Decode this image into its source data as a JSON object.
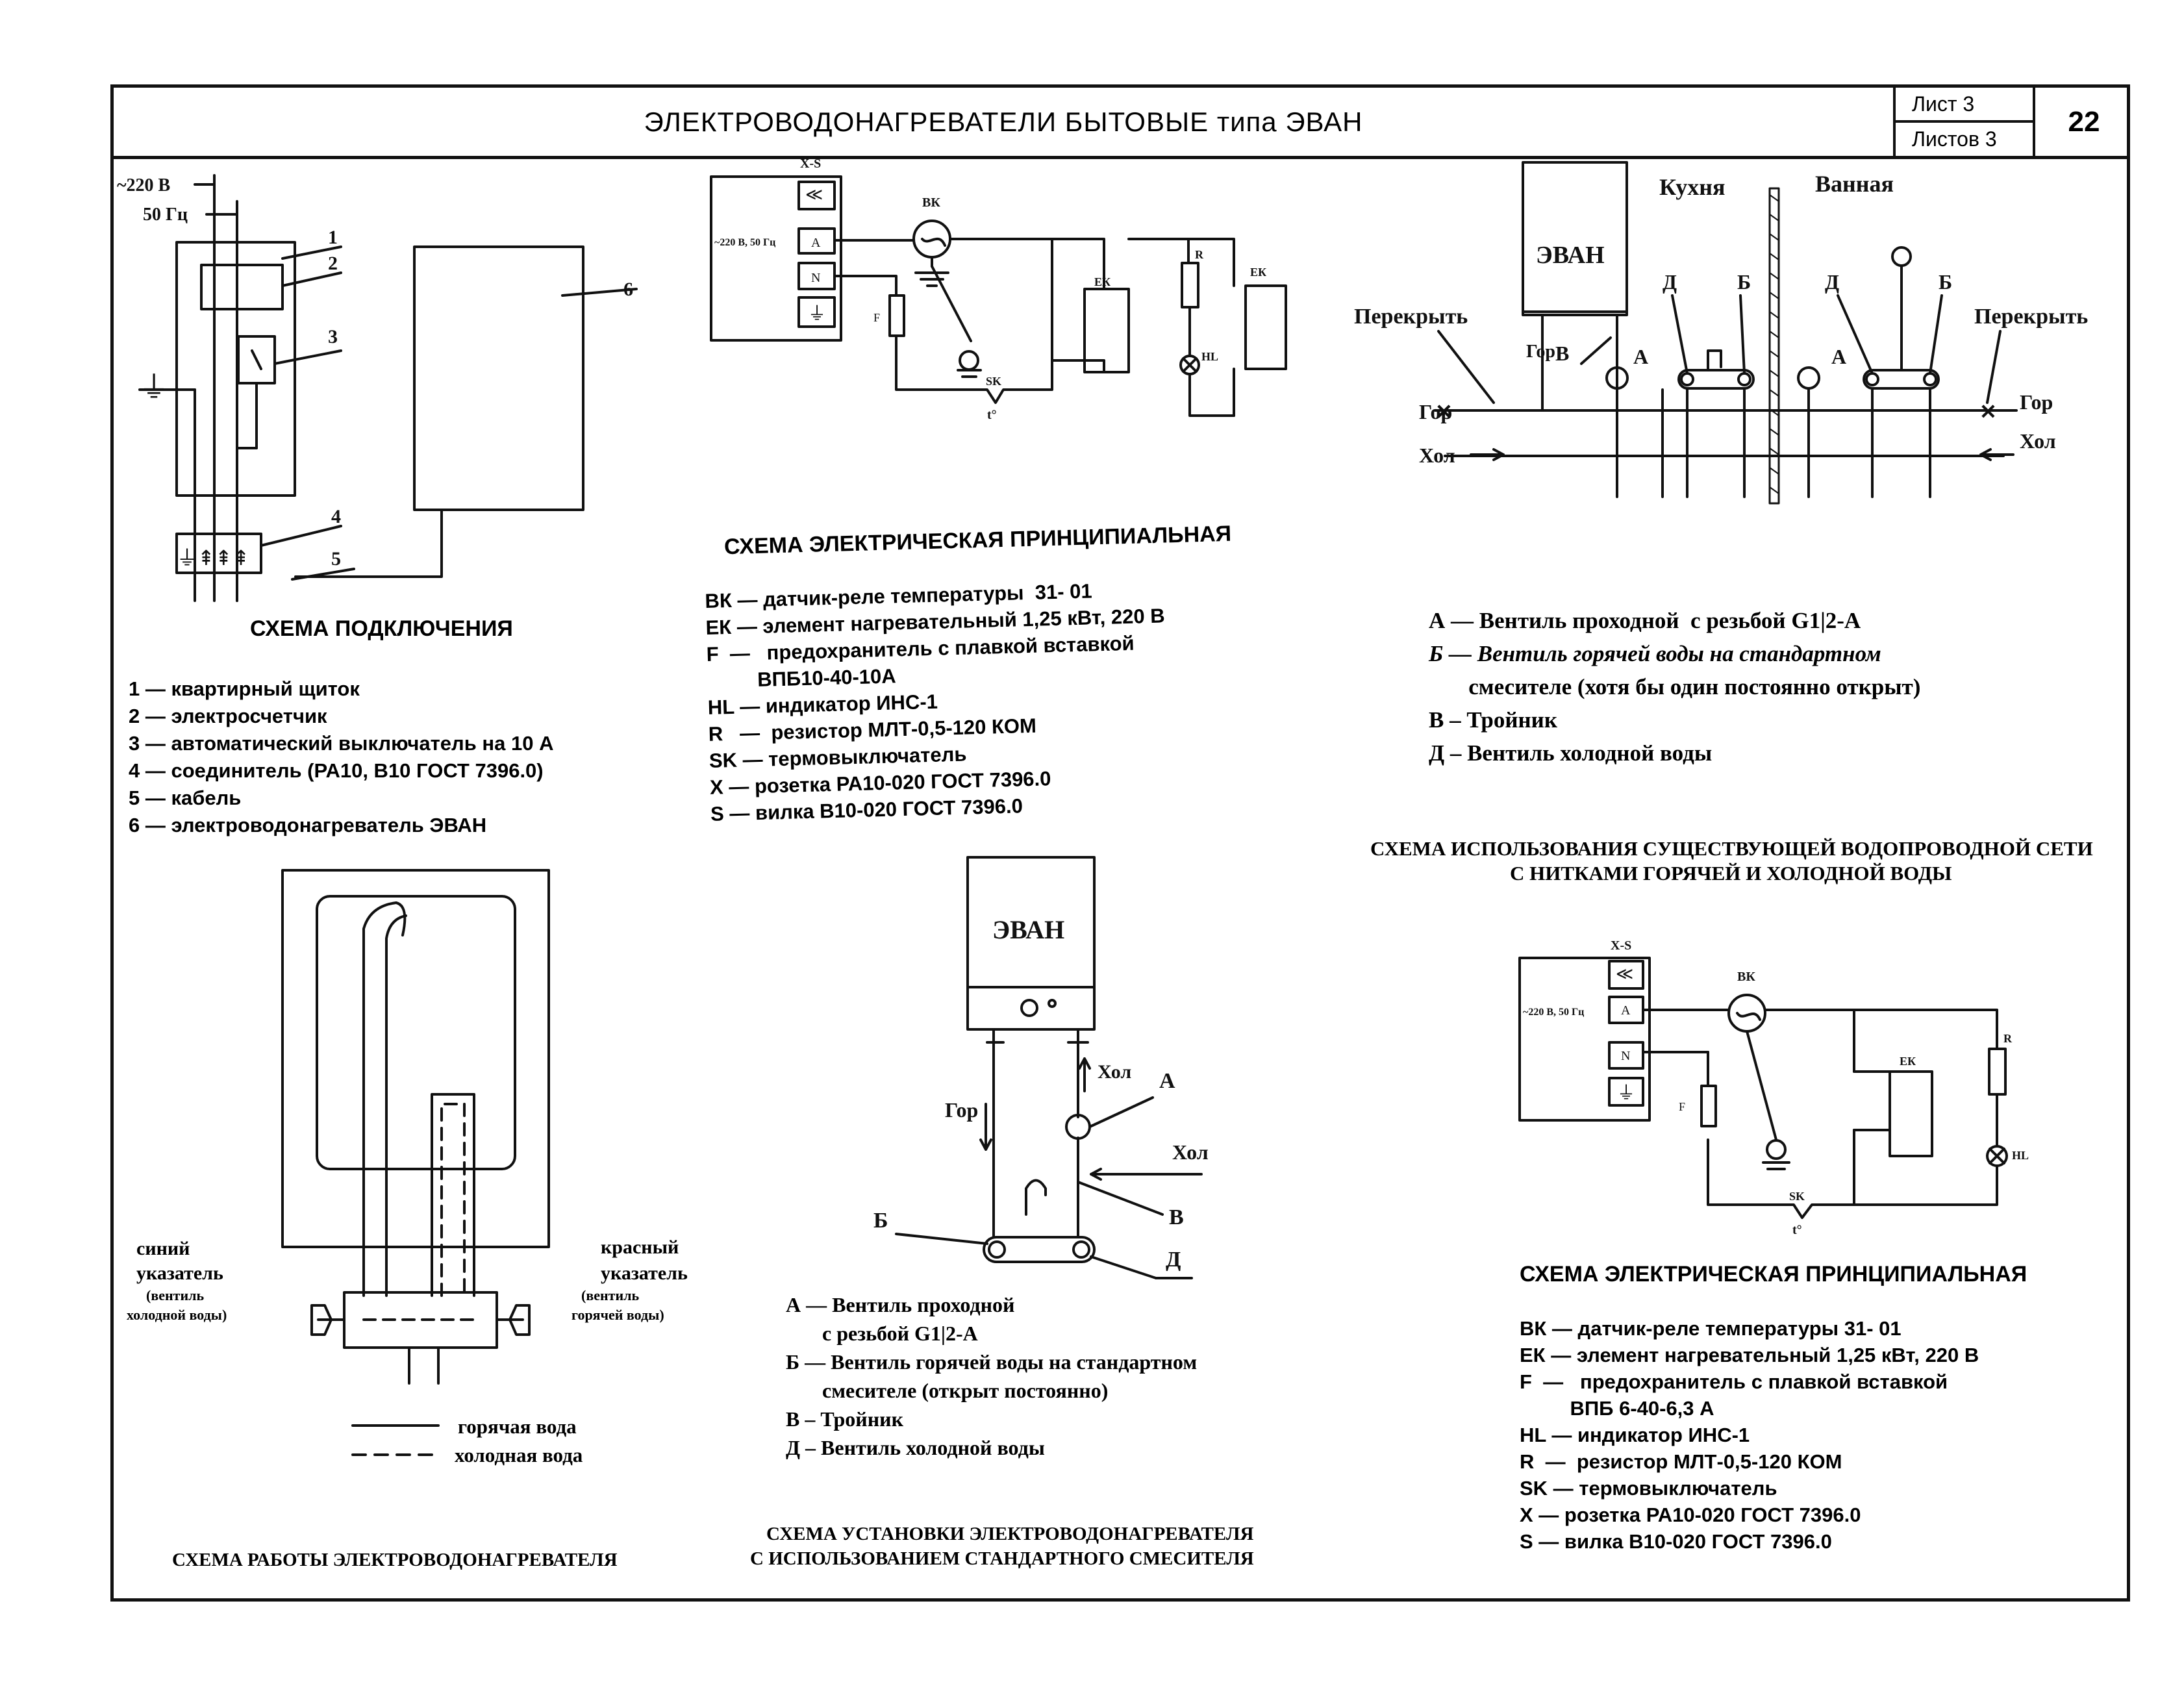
{
  "header": {
    "title": "ЭЛЕКТРОВОДОНАГРЕВАТЕЛИ БЫТОВЫЕ типа ЭВАН",
    "sheet": "Лист 3",
    "sheets": "Листов 3",
    "number": "22"
  },
  "connection": {
    "supply_v": "~220 В",
    "supply_hz": "50 Гц",
    "num1": "1",
    "num2": "2",
    "num3": "3",
    "num4": "4",
    "num5": "5",
    "num6": "6",
    "title": "СХЕМА ПОДКЛЮЧЕНИЯ",
    "legend": [
      "1 — квартирный щиток",
      "2 — электросчетчик",
      "3 — автоматический выключатель на 10 А",
      "4 — соединитель (РА10, В10 ГОСТ 7396.0)",
      "5 — кабель",
      "6 — электроводонагреватель ЭВАН"
    ]
  },
  "elec1": {
    "xs": "X-S",
    "supply": "~220 В, 50 Гц",
    "a": "A",
    "n": "N",
    "bk": "ВК",
    "ek": "ЕК",
    "ek2": "ЕК",
    "r": "R",
    "hl": "HL",
    "f": "F",
    "sk": "SK",
    "tsym": "t°",
    "title": "СХЕМА ЭЛЕКТРИЧЕСКАЯ ПРИНЦИПИАЛЬНАЯ",
    "legend": [
      "ВК — датчик-реле температуры  31- 01",
      "ЕК — элемент нагревательный 1,25 кВт, 220 В",
      "F  —   предохранитель с плавкой вставкой",
      "         ВПБ10-40-10А",
      "HL — индикатор ИНС-1",
      "R   —  резистор МЛТ-0,5-120 КОМ",
      "SK — термовыключатель",
      "X — розетка РА10-020 ГОСТ 7396.0",
      "S — вилка В10-020 ГОСТ 7396.0"
    ]
  },
  "network": {
    "kitchen": "Кухня",
    "bath": "Ванная",
    "evan": "ЭВАН",
    "close_left": "Перекрыть",
    "close_right": "Перекрыть",
    "gor_l": "Гор",
    "gor_in": "Гор",
    "hol_l": "Хол",
    "gor_r": "Гор",
    "hol_r": "Хол",
    "v": "В",
    "a1": "А",
    "a2": "А",
    "d1": "Д",
    "b1": "Б",
    "d2": "Д",
    "b2": "Б",
    "legend": [
      "А — Вентиль проходной  с резьбой G1|2-А",
      "Б — Вентиль горячей воды на стандартном",
      "       смесителе (хотя бы один постоянно открыт)",
      "В – Тройник",
      "Д – Вентиль холодной воды"
    ],
    "title1": "СХЕМА ИСПОЛЬЗОВАНИЯ СУЩЕСТВУЮЩЕЙ ВОДОПРОВОДНОЙ СЕТИ",
    "title2": "С НИТКАМИ ГОРЯЧЕЙ И ХОЛОДНОЙ ВОДЫ"
  },
  "operation": {
    "blue": "синий",
    "blue2": "указатель",
    "blue3": "(вентиль",
    "blue4": "холодной воды)",
    "red": "красный",
    "red2": "указатель",
    "red3": "(вентиль",
    "red4": "горячей воды)",
    "hot": "горячая вода",
    "cold": "холодная вода",
    "title": "СХЕМА РАБОТЫ ЭЛЕКТРОВОДОНАГРЕВАТЕЛЯ"
  },
  "install": {
    "evan": "ЭВАН",
    "gor": "Гор",
    "hol_top": "Хол",
    "hol_in": "Хол",
    "a": "А",
    "b": "Б",
    "v": "В",
    "d": "Д",
    "legend": [
      "А — Вентиль проходной",
      "       с резьбой G1|2-А",
      "Б — Вентиль горячей воды на стандартном",
      "       смесителе (открыт постоянно)",
      "В – Тройник",
      "Д – Вентиль холодной воды"
    ],
    "title1": "СХЕМА УСТАНОВКИ ЭЛЕКТРОВОДОНАГРЕВАТЕЛЯ",
    "title2": "С ИСПОЛЬЗОВАНИЕМ СТАНДАРТНОГО СМЕСИТЕЛЯ"
  },
  "elec2": {
    "xs": "X-S",
    "supply": "~220 В, 50 Гц",
    "a": "A",
    "n": "N",
    "bk": "ВК",
    "ek": "ЕК",
    "r": "R",
    "hl": "HL",
    "f": "F",
    "sk": "SK",
    "tsym": "t°",
    "title": "СХЕМА ЭЛЕКТРИЧЕСКАЯ ПРИНЦИПИАЛЬНАЯ",
    "legend": [
      "ВК — датчик-реле температуры 31- 01",
      "ЕК — элемент нагревательный 1,25 кВт, 220 В",
      "F  —   предохранитель с плавкой вставкой",
      "         ВПБ 6-40-6,3 А",
      "HL — индикатор ИНС-1",
      "R  —  резистор МЛТ-0,5-120 КОМ",
      "SK — термовыключатель",
      "X — розетка РА10-020 ГОСТ 7396.0",
      "S — вилка В10-020 ГОСТ 7396.0"
    ]
  }
}
